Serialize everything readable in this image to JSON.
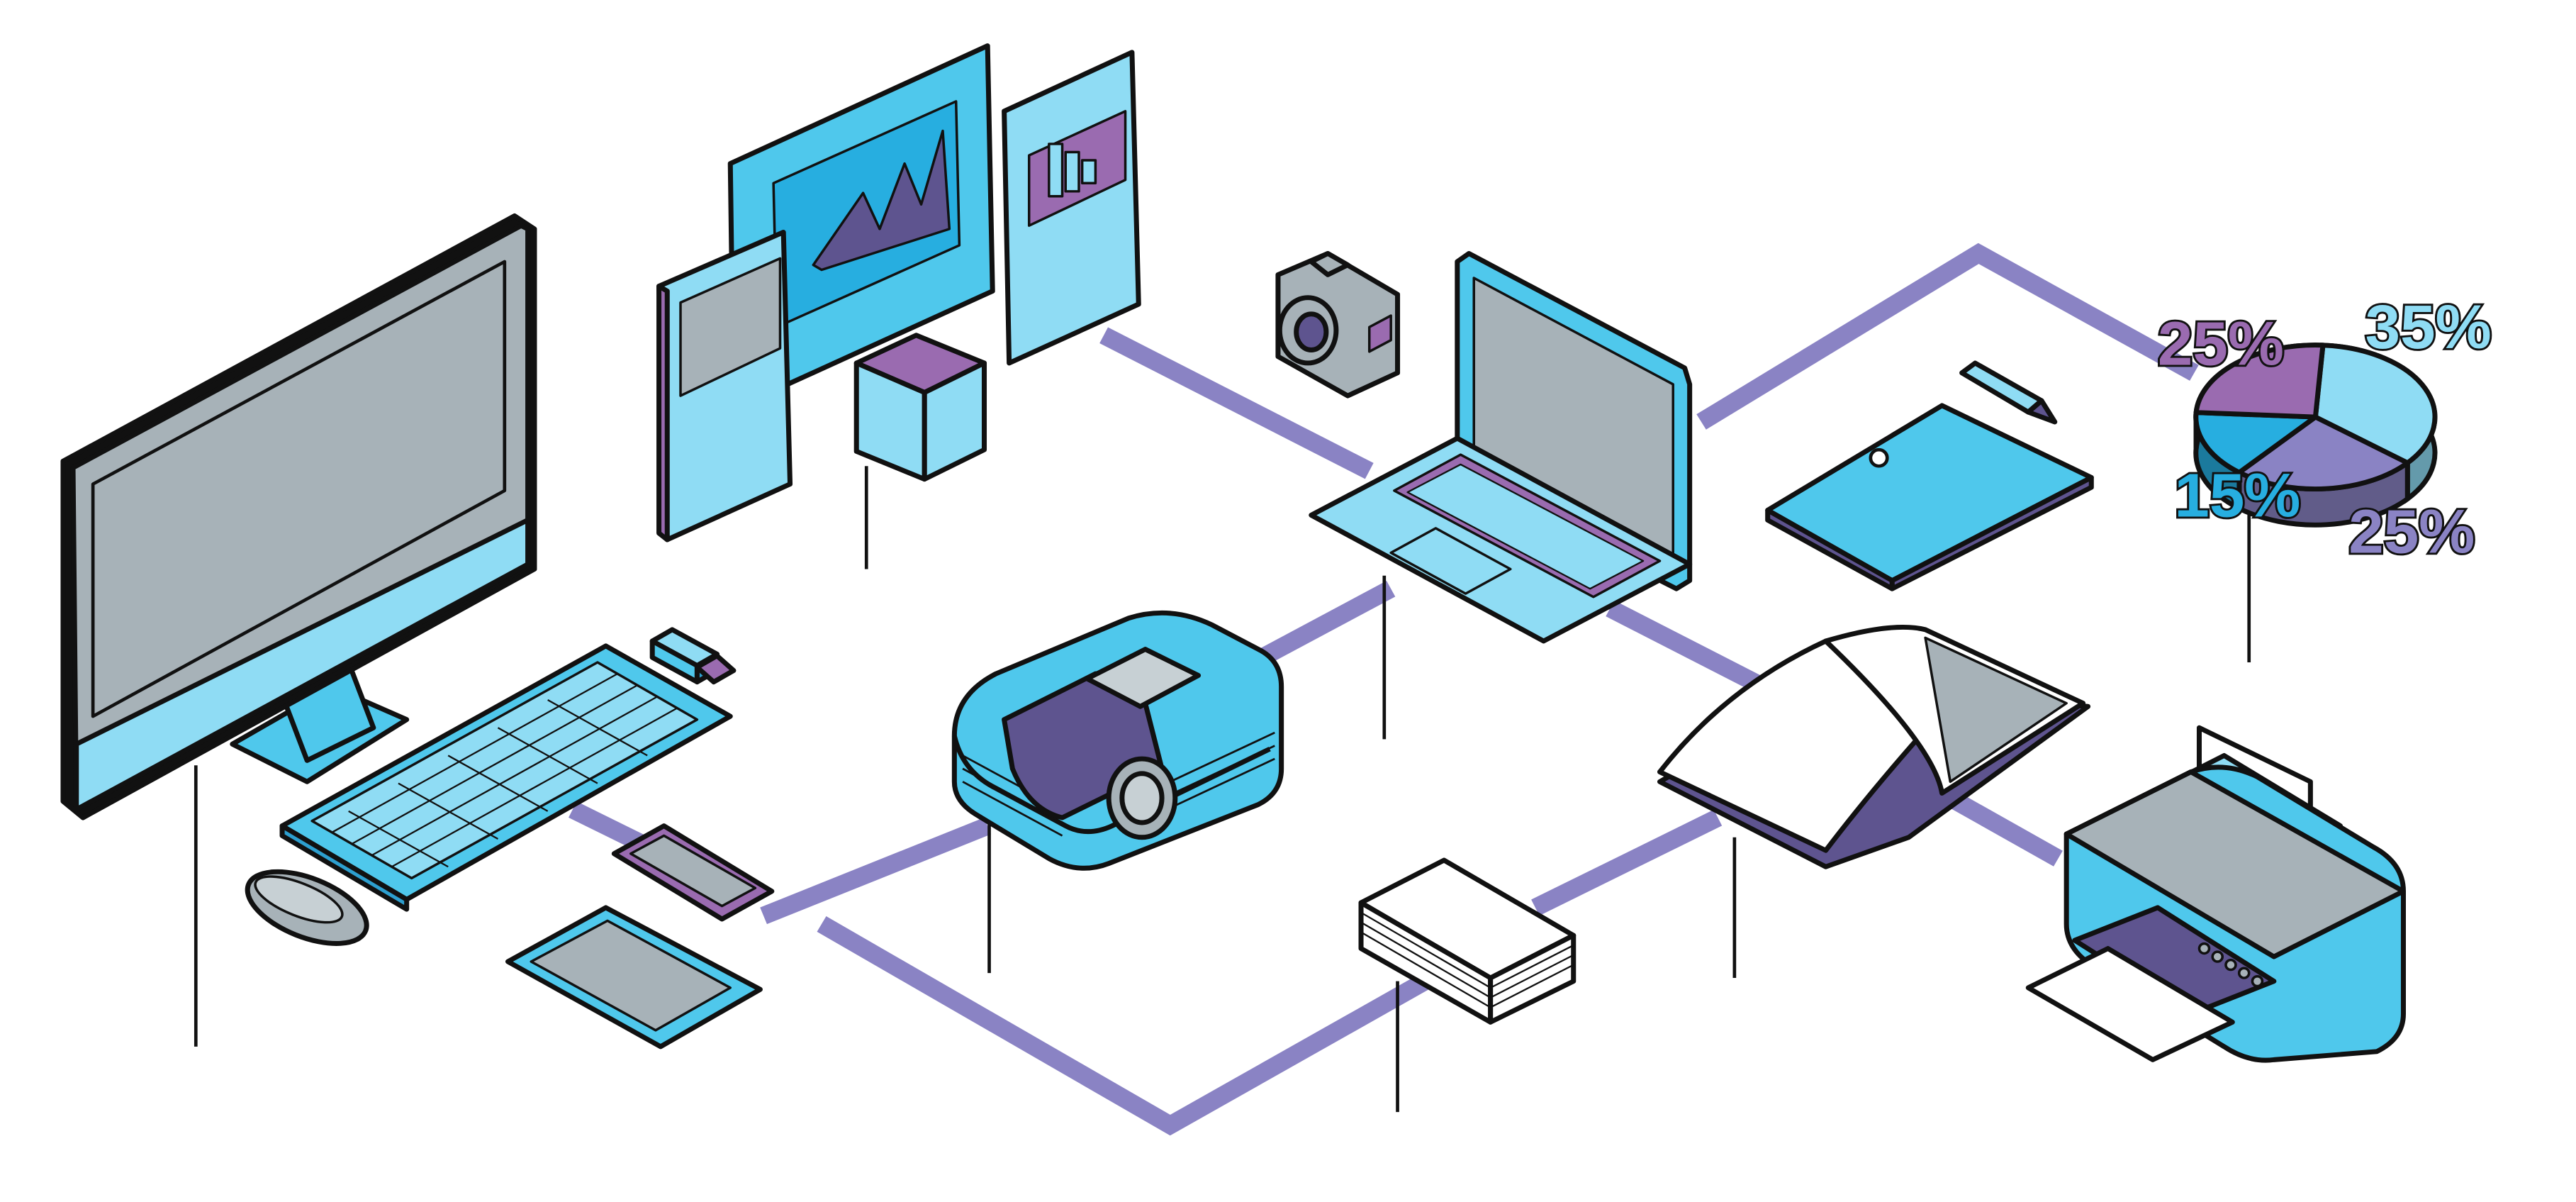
{
  "colors": {
    "connector": "#8a83c4",
    "cyan": "#4fc8ec",
    "light_cyan": "#8fdcf4",
    "purple": "#9a6bb0",
    "dark_purple": "#5e548f",
    "grey_screen": "#a7b2b8",
    "outline": "#111111"
  },
  "pie_chart": {
    "segments": [
      {
        "label": "35%",
        "value": 35,
        "color": "#8fdcf4"
      },
      {
        "label": "25%",
        "value": 25,
        "color": "#8a83c4"
      },
      {
        "label": "15%",
        "value": 15,
        "color": "#27aee0"
      },
      {
        "label": "25%",
        "value": 25,
        "color": "#9a6bb0"
      }
    ]
  },
  "devices": [
    {
      "name": "desktop-monitor",
      "icon": "monitor-icon"
    },
    {
      "name": "keyboard",
      "icon": "keyboard-icon"
    },
    {
      "name": "mouse",
      "icon": "mouse-icon"
    },
    {
      "name": "usb-drive",
      "icon": "usb-drive-icon"
    },
    {
      "name": "smartphone",
      "icon": "smartphone-icon"
    },
    {
      "name": "tablet",
      "icon": "tablet-icon"
    },
    {
      "name": "display-stands",
      "icon": "presentation-display-icon"
    },
    {
      "name": "projector",
      "icon": "projector-icon"
    },
    {
      "name": "camera",
      "icon": "camera-icon"
    },
    {
      "name": "laptop",
      "icon": "laptop-icon"
    },
    {
      "name": "paper-stack",
      "icon": "paper-stack-icon"
    },
    {
      "name": "notebook-and-pen",
      "icon": "notebook-icon"
    },
    {
      "name": "open-book",
      "icon": "book-icon"
    },
    {
      "name": "pie-chart",
      "icon": "pie-chart-icon"
    },
    {
      "name": "printer",
      "icon": "printer-icon"
    }
  ]
}
